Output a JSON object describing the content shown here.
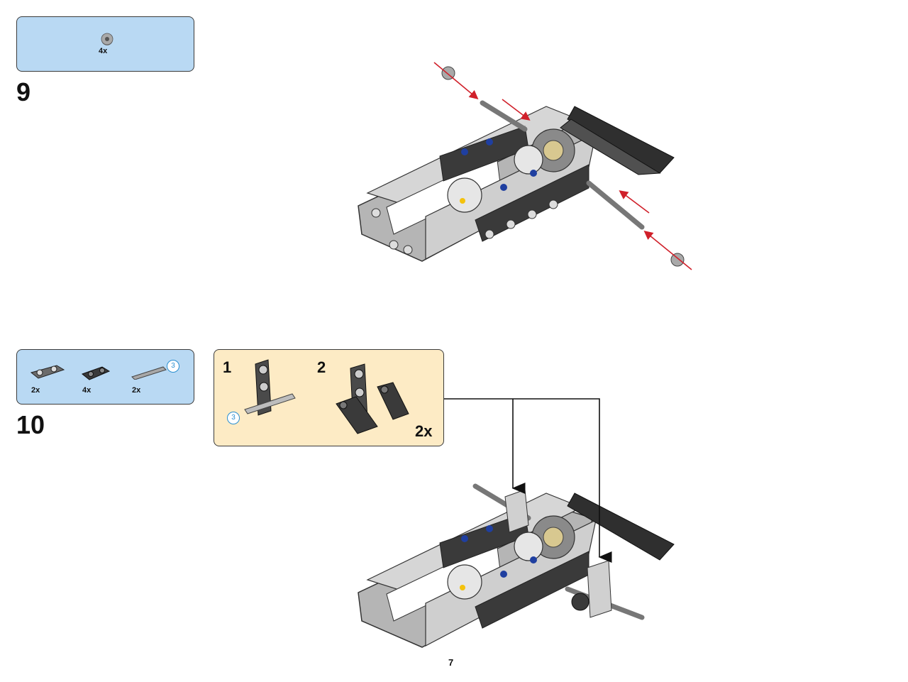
{
  "step9": {
    "number": "9",
    "parts": [
      {
        "name": "bush",
        "qty": "4x"
      }
    ]
  },
  "step10": {
    "number": "10",
    "parts": [
      {
        "name": "cross-block-beam",
        "qty": "2x"
      },
      {
        "name": "cross-block",
        "qty": "4x"
      },
      {
        "name": "axle-3",
        "qty": "2x",
        "badge": "3"
      }
    ],
    "subassembly": {
      "substep1": "1",
      "substep2": "2",
      "badge": "3",
      "multiplier": "2x"
    }
  },
  "page": {
    "number": "7"
  },
  "colors": {
    "parts_bg": "#b9d9f3",
    "subassembly_bg": "#fdebc5",
    "arrow_red": "#d0202a",
    "beam_light": "#c8c8c8",
    "beam_dark": "#3a3a3a",
    "pin_blue": "#1f3fa0",
    "badge_blue": "#2a8fd0"
  }
}
